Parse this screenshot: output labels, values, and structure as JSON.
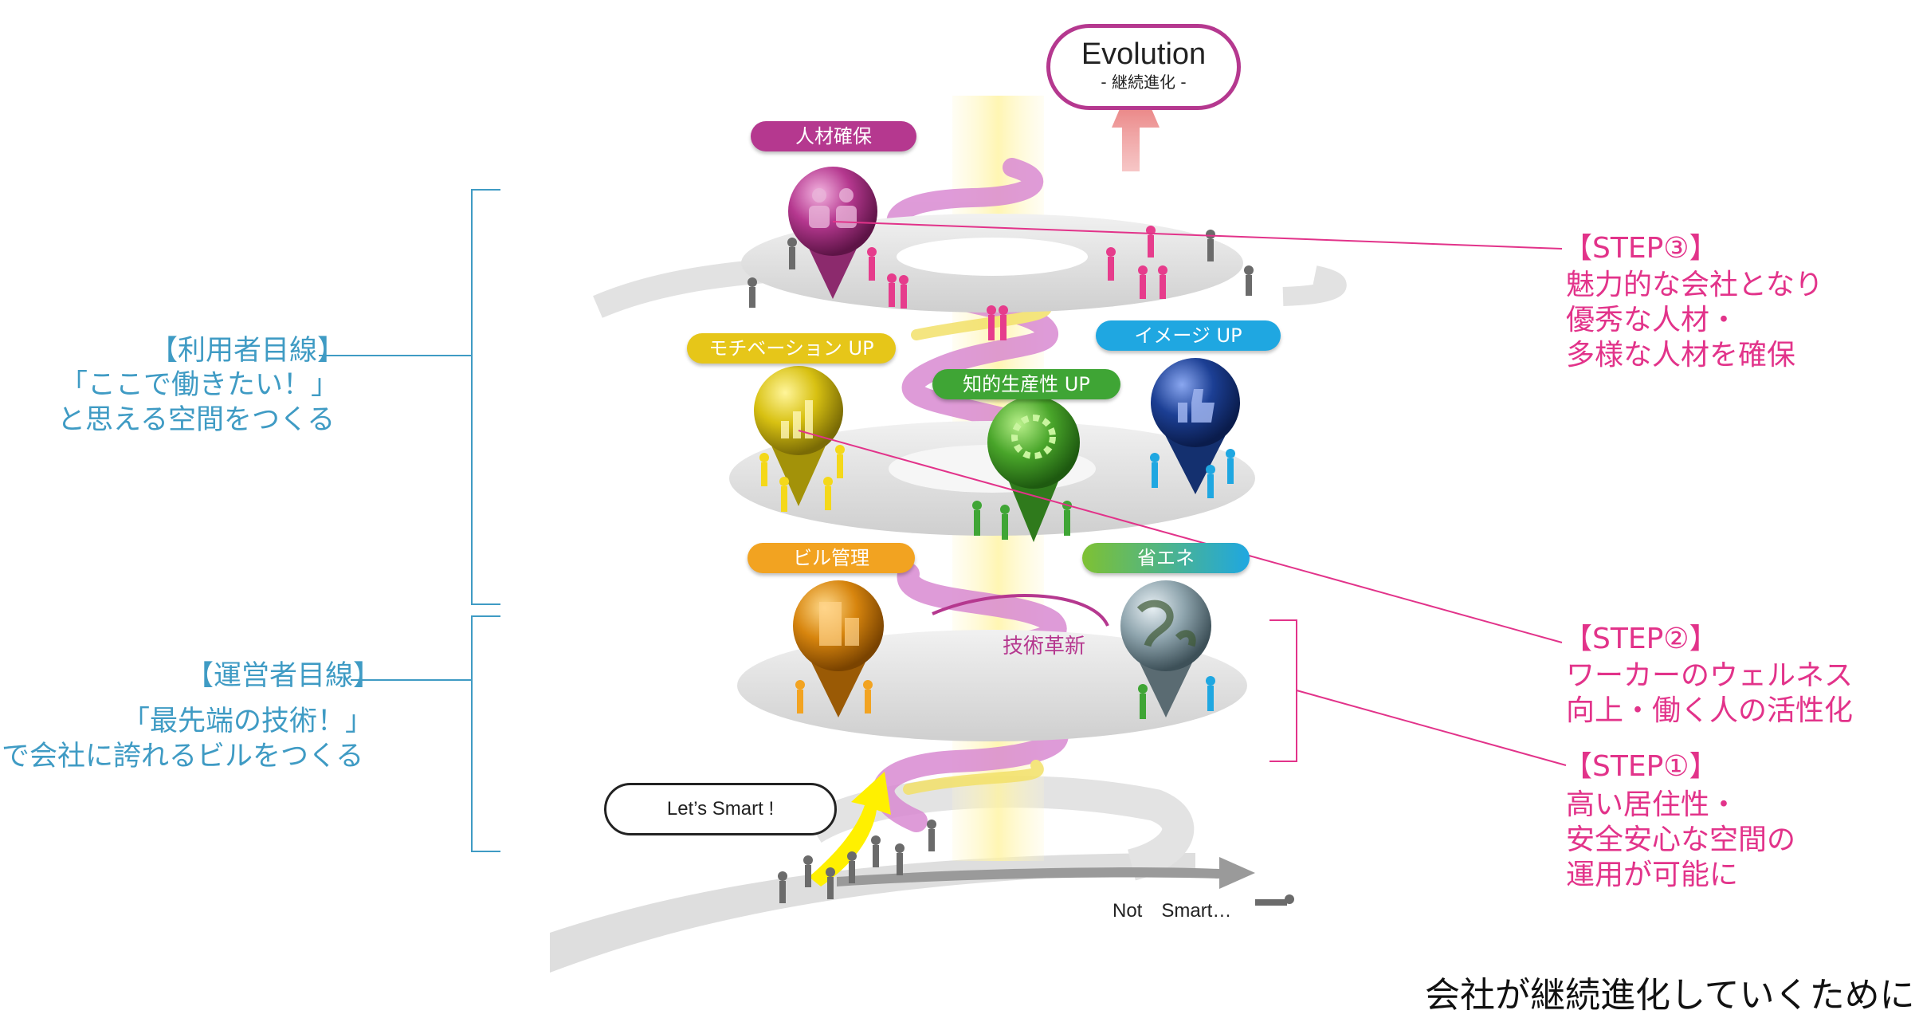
{
  "evolution": {
    "title": "Evolution",
    "subtitle": "- 継続進化 -"
  },
  "left": {
    "user_view": {
      "heading": "【利用者目線】",
      "line1": "「ここで働きたい！」",
      "line2": "と思える空間をつくる"
    },
    "operator_view": {
      "heading": "【運営者目線】",
      "line1": "「最先端の技術！」",
      "line2": "で会社に誇れるビルをつくる"
    }
  },
  "steps": [
    {
      "title": "【STEP③】",
      "lines": [
        "魅力的な会社となり",
        "優秀な人材・",
        "多様な人材を確保"
      ]
    },
    {
      "title": "【STEP②】",
      "lines": [
        "ワーカーのウェルネス",
        "向上・働く人の活性化"
      ]
    },
    {
      "title": "【STEP①】",
      "lines": [
        "高い居住性・",
        "安全安心な空間の",
        "運用が可能に"
      ]
    }
  ],
  "labels": {
    "talent": "人材確保",
    "motivation": "モチベーション UP",
    "productivity": "知的生産性 UP",
    "image": "イメージ UP",
    "building": "ビル管理",
    "energy": "省エネ",
    "innovation": "技術革新",
    "lets_smart": "Let’s Smart !",
    "not_smart": "Not　Smart…"
  },
  "footer": "会社が継続進化していくために",
  "colors": {
    "magenta": "#b5388f",
    "yellow": "#e6c619",
    "green": "#3fa535",
    "blue": "#1fa7e1",
    "navy": "#1c3f94",
    "orange": "#f2a321",
    "step_pink": "#e2338a",
    "text_blue": "#3f9bc4",
    "arrow_red": "#e47373"
  }
}
